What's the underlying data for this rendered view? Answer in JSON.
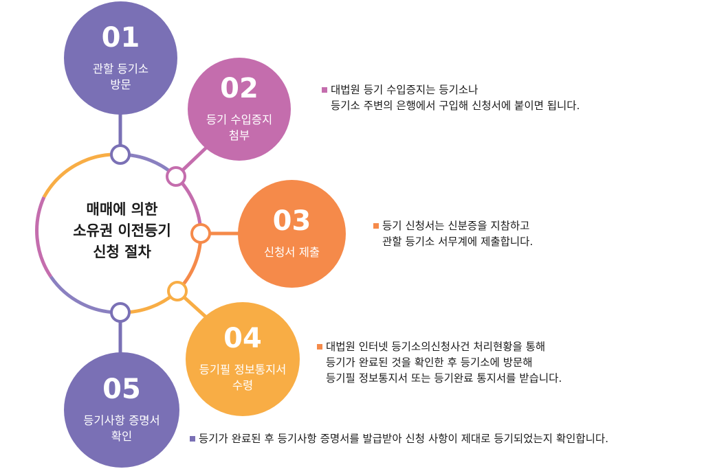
{
  "center_title": "매매에 의한\n소유권 이전등기\n신청 절차",
  "steps": [
    {
      "number": "01",
      "title": "관할 등기소\n방문",
      "color": "#7a70b5"
    },
    {
      "number": "02",
      "title": "등기 수입증지\n첨부",
      "color": "#c46dad",
      "description": "대법원 등기 수입증지는 등기소나\n등기소 주변의 은행에서 구입해 신청서에 붙이면 됩니다."
    },
    {
      "number": "03",
      "title": "신청서 제출",
      "color": "#f58a4a",
      "description": "등기 신청서는 신분증을 지참하고\n관할 등기소 서무계에 제출합니다."
    },
    {
      "number": "04",
      "title": "등기필 정보통지서\n수령",
      "color": "#f8ad45",
      "description": "대법원 인터넷 등기소의신청사건 처리현황을 통해\n등기가 완료된 것을 확인한 후 등기소에 방문해\n등기필 정보통지서 또는 등기완료 통지서를 받습니다."
    },
    {
      "number": "05",
      "title": "등기사항 증명서\n확인",
      "color": "#7a70b5",
      "description": "등기가 완료된 후 등기사항 증명서를 발급받아 신청 사항이 제대로 등기되었는지 확인합니다."
    }
  ]
}
